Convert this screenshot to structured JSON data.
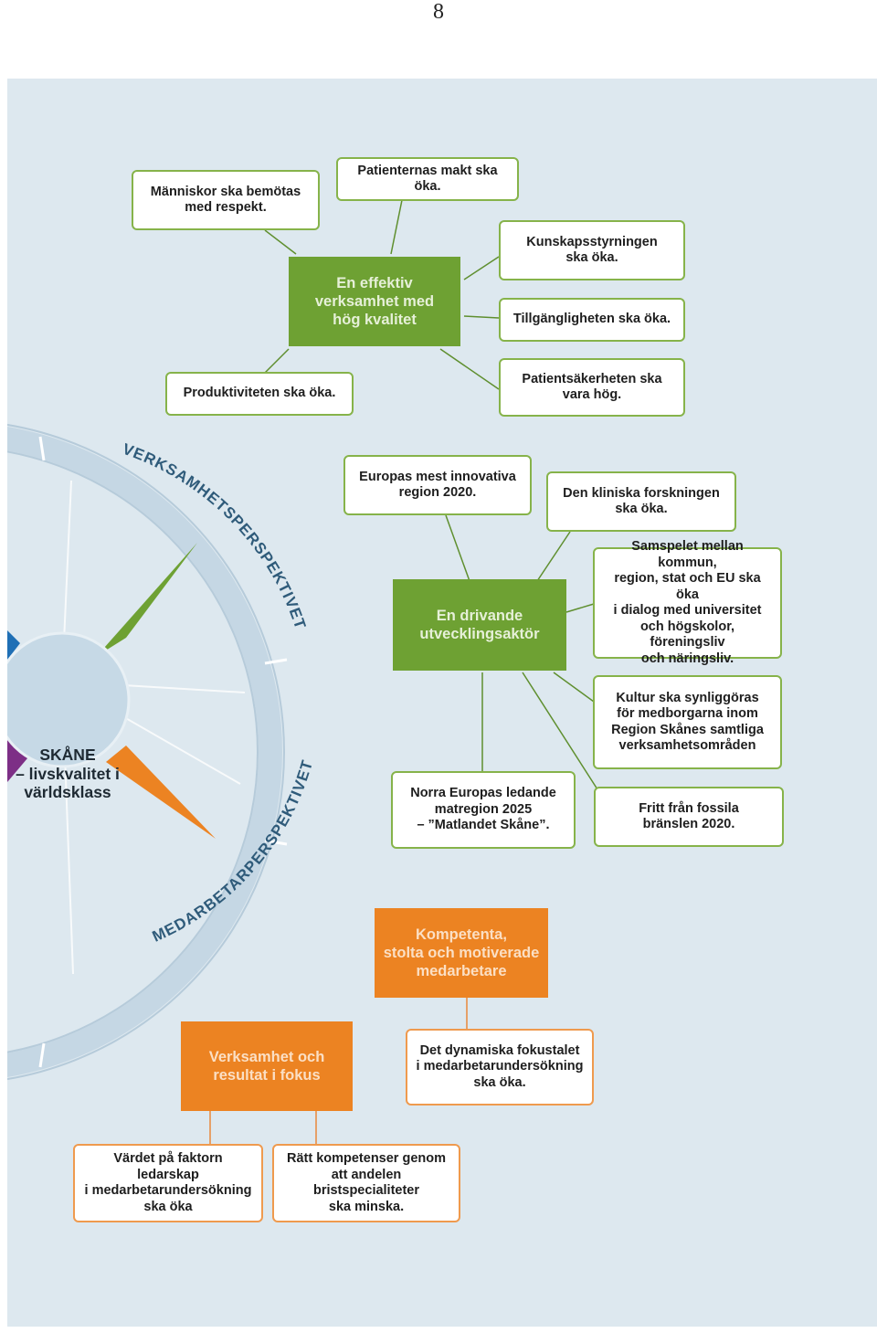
{
  "page_number": "8",
  "compass": {
    "center_label": "SKÅNE\n– livskvalitet i\nvärldsklass",
    "arc_label_top": "VERKSAMHETSPERSPEKTIVET",
    "arc_label_bottom": "MEDARBETARPERSPEKTIVET",
    "colors": {
      "green": "#6ea133",
      "orange": "#ec8322",
      "blue": "#1f6fb5",
      "purple": "#7d2f86"
    }
  },
  "colors": {
    "green_hub": "#6ea133",
    "green_border": "#86b34a",
    "orange_hub": "#ec8322",
    "orange_border": "#ef9a4e",
    "background": "#dde8ef"
  },
  "nodes": {
    "hub1": "En effektiv\nverksamhet med\nhög kvalitet",
    "n1": "Människor ska bemötas\nmed respekt.",
    "n2": "Patienternas makt ska öka.",
    "n3": "Kunskapsstyrningen\nska öka.",
    "n4": "Tillgängligheten ska öka.",
    "n5": "Produktiviteten ska öka.",
    "n6": "Patientsäkerheten ska\nvara hög.",
    "hub2": "En drivande\nutvecklingsaktör",
    "n7": "Europas mest innovativa\nregion 2020.",
    "n8": "Den kliniska forskningen\nska öka.",
    "n9": "Samspelet mellan kommun,\nregion, stat och EU ska öka\ni dialog med universitet\noch högskolor, föreningsliv\noch näringsliv.",
    "n10": "Kultur ska synliggöras\nför medborgarna inom\nRegion Skånes samtliga\nverksamhetsområden",
    "n11": "Norra Europas ledande\nmatregion 2025\n– ”Matlandet Skåne”.",
    "n12": "Fritt från fossila\nbränslen 2020.",
    "hub3": "Kompetenta,\nstolta och motiverade\nmedarbetare",
    "hub4": "Verksamhet och\nresultat i fokus",
    "n13": "Det dynamiska fokustalet\ni medarbetarundersökning\nska öka.",
    "n14": "Värdet på faktorn ledarskap\ni medarbetarundersökning\nska öka",
    "n15": "Rätt kompetenser genom\natt andelen bristspecialiteter\nska minska."
  }
}
